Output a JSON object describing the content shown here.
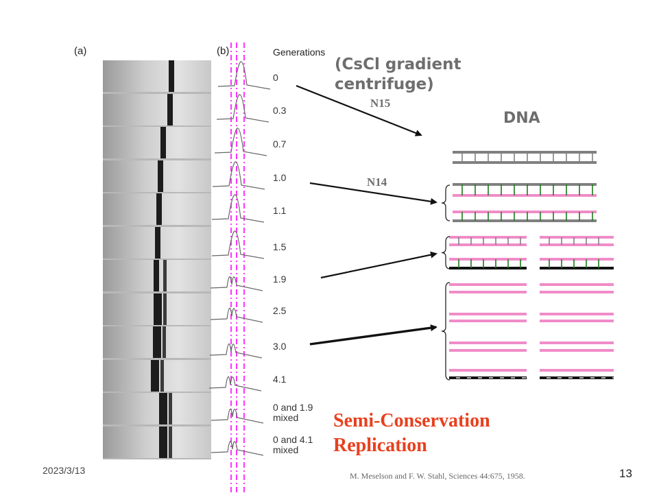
{
  "panel_a_label": "(a)",
  "panel_b_label": "(b)",
  "generations_heading": "Generations",
  "generations": [
    "0",
    "0.3",
    "0.7",
    "1.0",
    "1.1",
    "1.5",
    "1.9",
    "2.5",
    "3.0",
    "4.1",
    "0 and 1.9\nmixed",
    "0 and 4.1\nmixed"
  ],
  "method": "(CsCl gradient\ncentrifuge)",
  "isotope_heavy": "N15",
  "isotope_light": "N14",
  "dna_heading": "DNA",
  "conclusion": "Semi-Conservation\nReplication",
  "date": "2023/3/13",
  "citation": "M. Meselson and F. W. Stahl, Sciences 44:675, 1958.",
  "page_number": "13",
  "colors": {
    "heavy_strand": "#808080",
    "light_strand": "#f08cc8",
    "rung": "#1a7a1a",
    "old_strand": "#111111",
    "guide_line": "#ff00ff",
    "accent": "#e8401e"
  }
}
